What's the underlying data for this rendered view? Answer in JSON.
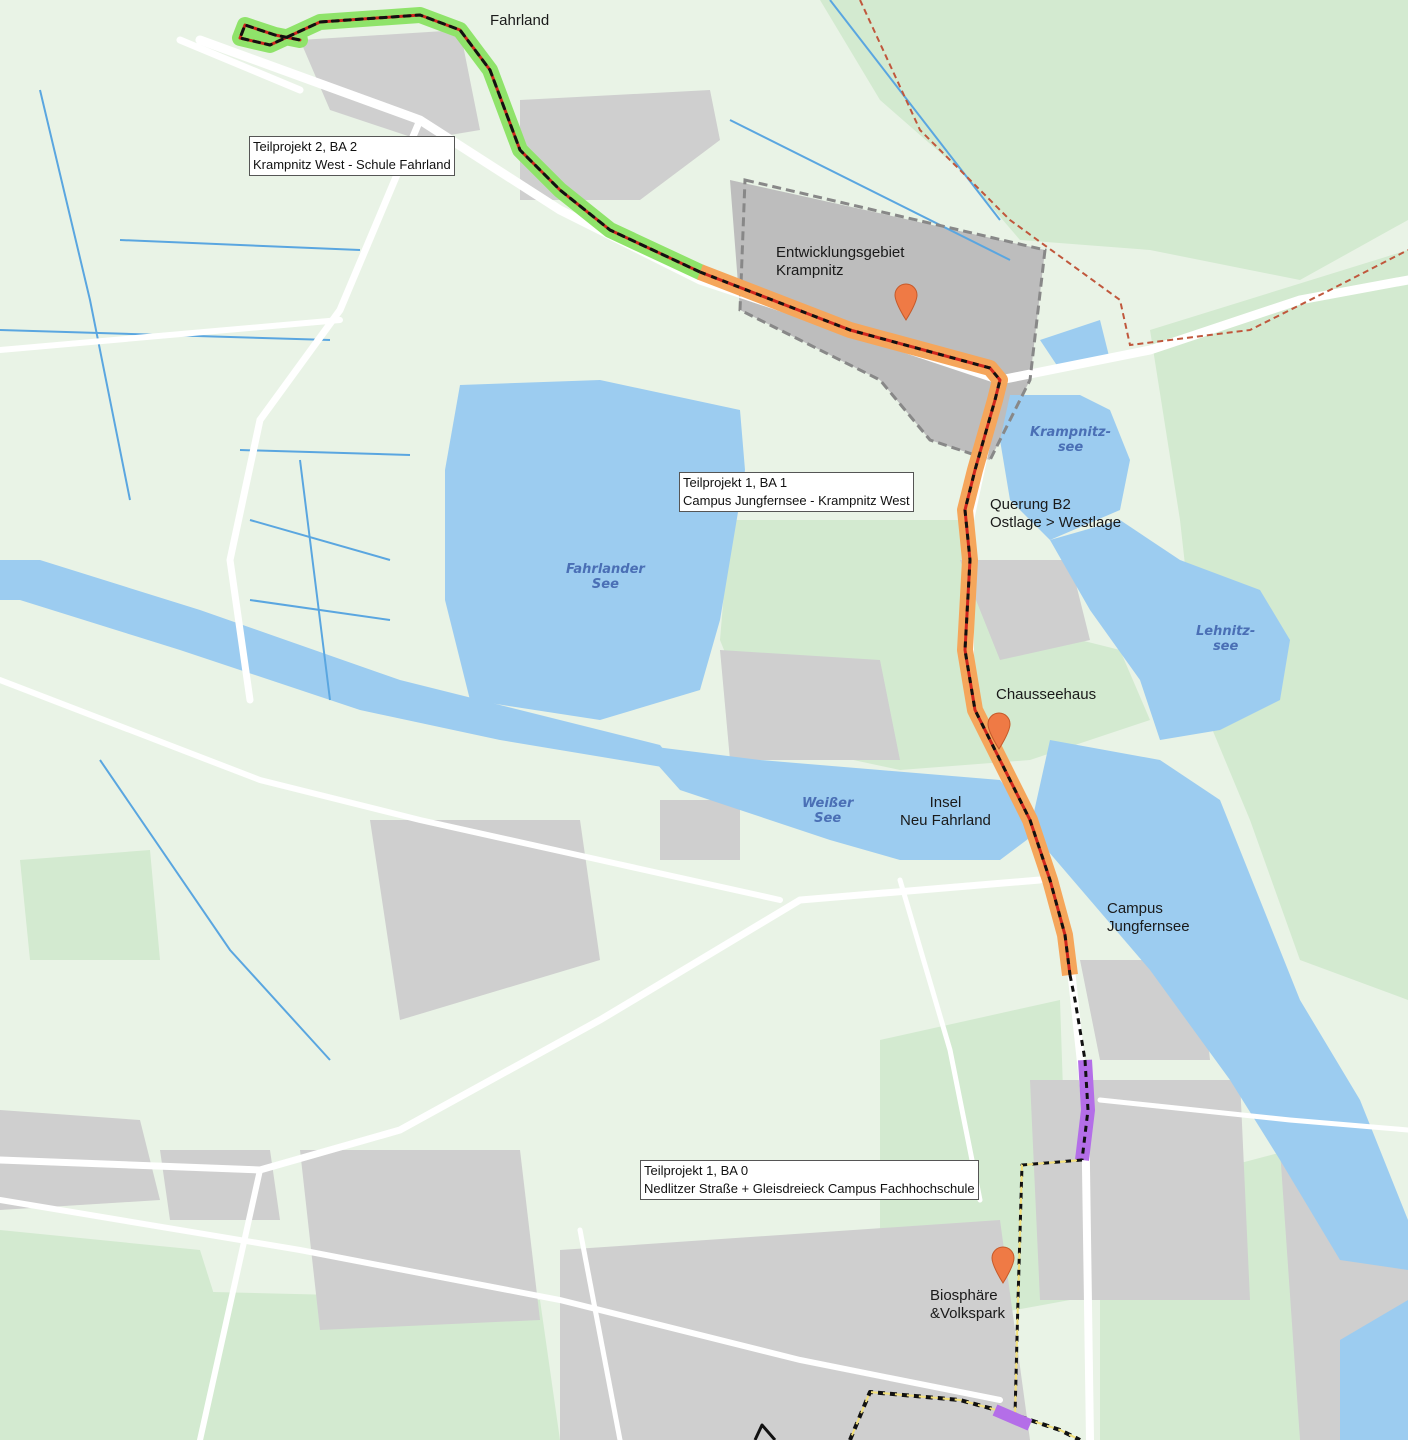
{
  "colors": {
    "land": "#e9f3e6",
    "forest": "#cfe8c8",
    "water": "#9cccf0",
    "built": "#c8c8c8",
    "road": "#ffffff",
    "route_green": "#8fe36a",
    "route_orange": "#f5a65b",
    "route_purple": "#b46ee8",
    "track_red": "#d0261d",
    "track_black": "#111111",
    "marker": "#ef7a45",
    "border_dashed": "#c0573c"
  },
  "places": {
    "fahrland": "Fahrland",
    "entwicklungsgebiet": "Entwicklungsgebiet\nKrampnitz",
    "querung": "Querung B2\nOstlage > Westlage",
    "chausseehaus": "Chausseehaus",
    "insel": "Insel\nNeu Fahrland",
    "campus": "Campus\nJungfernsee",
    "biosphaere": "Biosphäre\n&Volkspark"
  },
  "water_bodies": {
    "fahrlander_see": "Fahrlander\nSee",
    "krampnitzsee": "Krampnitz-\nsee",
    "lehnitzsee": "Lehnitz-\nsee",
    "weisser_see": "Weißer\nSee"
  },
  "projects": [
    {
      "line1": "Teilprojekt 2, BA 2",
      "line2": "Krampnitz West - Schule Fahrland"
    },
    {
      "line1": "Teilprojekt 1, BA 1",
      "line2": "Campus Jungfernsee - Krampnitz West"
    },
    {
      "line1": "Teilprojekt 1, BA 0",
      "line2": "Nedlitzer Straße + Gleisdreieck Campus Fachhochschule"
    }
  ],
  "icons": {
    "marker": "map-pin-icon"
  }
}
